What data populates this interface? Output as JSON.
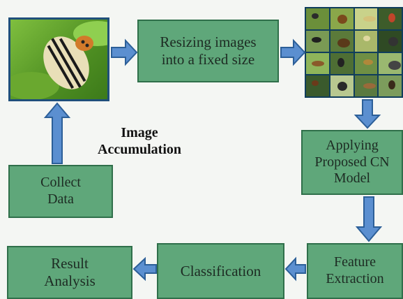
{
  "nodes": {
    "resize": "Resizing images\ninto a fixed size",
    "collect": "Collect\nData",
    "apply": "Applying\nProposed CN\nModel",
    "feature": "Feature\nExtraction",
    "classification": "Classification",
    "result": "Result\nAnalysis"
  },
  "annotation": "Image\nAccumulation",
  "icons": {
    "beetle_photo": "colorado-potato-beetle-image",
    "dataset_grid": "insect-dataset-grid-image"
  },
  "colors": {
    "box_fill": "#5fa77a",
    "box_border": "#2f6f4a",
    "arrow": "#5b8fd0",
    "arrow_stroke": "#2c5f98"
  }
}
